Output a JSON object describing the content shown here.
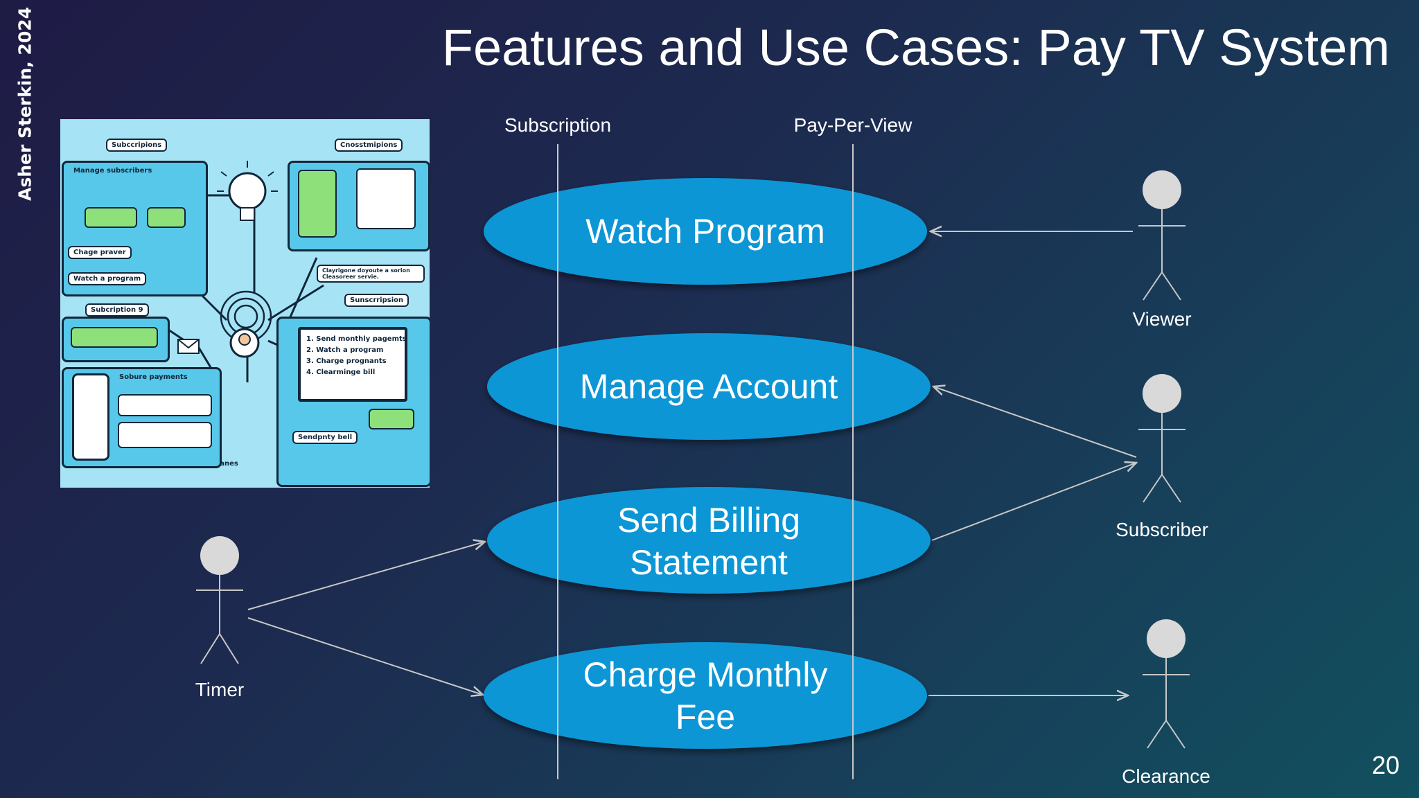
{
  "slide": {
    "author": "Asher Sterkin, 2024",
    "title": "Features and Use Cases: Pay TV System",
    "page_number": "20"
  },
  "colors": {
    "use_case_fill": "#0b96d6",
    "actor_head": "#d9d9d9",
    "line": "#c8c8c8",
    "text": "#ffffff"
  },
  "diagram": {
    "columns": [
      {
        "id": "subscription",
        "label": "Subscription"
      },
      {
        "id": "ppv",
        "label": "Pay-Per-View"
      }
    ],
    "use_cases": [
      {
        "id": "watch",
        "lines": [
          "Watch Program"
        ]
      },
      {
        "id": "manage",
        "lines": [
          "Manage Account"
        ]
      },
      {
        "id": "billing",
        "lines": [
          "Send Billing",
          "Statement"
        ]
      },
      {
        "id": "charge",
        "lines": [
          "Charge Monthly",
          "Fee"
        ]
      }
    ],
    "actors": [
      {
        "id": "viewer",
        "label": "Viewer"
      },
      {
        "id": "subscriber",
        "label": "Subscriber"
      },
      {
        "id": "timer",
        "label": "Timer"
      },
      {
        "id": "clearance",
        "label": "Clearance"
      }
    ],
    "associations": [
      {
        "from": "viewer",
        "to": "watch"
      },
      {
        "from": "subscriber",
        "to": "manage"
      },
      {
        "from": "billing",
        "to": "subscriber"
      },
      {
        "from": "timer",
        "to": "billing"
      },
      {
        "from": "timer",
        "to": "charge"
      },
      {
        "from": "charge",
        "to": "clearance"
      }
    ]
  },
  "illustration": {
    "icon": "use-case-collage-illustration",
    "labels": {
      "subscriptions_top": "Subccripions",
      "consumptions_top": "Cnosstmipions",
      "manage": "Manage subscribers",
      "charge": "Chage praver",
      "watch": "Watch a program",
      "subscription_left": "Subcription 9",
      "payments": "Sobure payments",
      "subscription_right": "Sunscrripsion",
      "list_1": "1. Send monthly pagemts",
      "list_2": "2. Watch a program",
      "list_3": "3. Charge prognants",
      "list_4": "4. Clearminge bill",
      "send_bell": "Sendpnty bell",
      "use_cases": "Use canes",
      "clearing": "Clayrigone doyoute a sorion Cleasoreer servie."
    }
  }
}
